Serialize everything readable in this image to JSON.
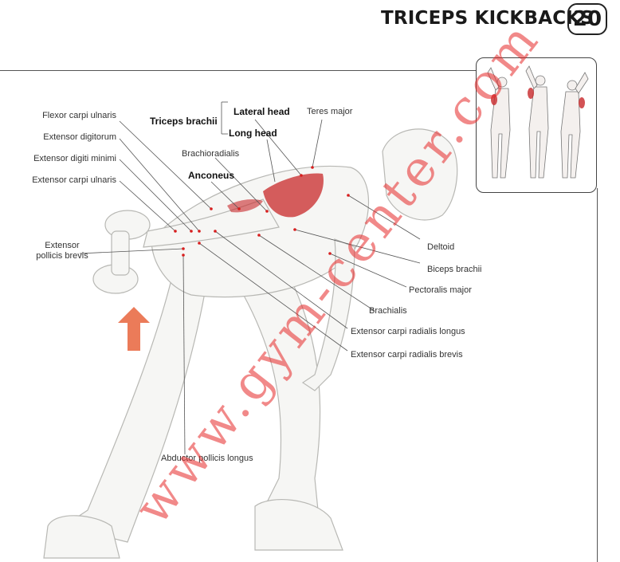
{
  "header": {
    "title": "TRICEPS KICKBACKS",
    "page_number": "20"
  },
  "labels": {
    "flexor_carpi_ulnaris": "Flexor carpi ulnaris",
    "extensor_digitorum": "Extensor digitorum",
    "extensor_digiti_minimi": "Extensor digiti minimi",
    "extensor_carpi_ulnaris": "Extensor carpi ulnaris",
    "extensor_pollicis_brevis_1": "Extensor",
    "extensor_pollicis_brevis_2": "pollicis brevis",
    "triceps_brachii": "Triceps brachii",
    "lateral_head": "Lateral head",
    "long_head": "Long head",
    "teres_major": "Teres major",
    "brachioradialis": "Brachioradialis",
    "anconeus": "Anconeus",
    "deltoid": "Deltoid",
    "biceps_brachii": "Biceps brachii",
    "pectoralis_major": "Pectoralis major",
    "brachialis": "Brachialis",
    "extensor_carpi_radialis_longus": "Extensor carpi radialis longus",
    "extensor_carpi_radialis_brevis": "Extensor carpi radialis brevis",
    "abductor_pollicis_longus": "Abductor pollicis longus"
  },
  "watermark": "www.gym-center.com",
  "colors": {
    "muscle_highlight": "#c8282a",
    "arrow": "#e8643c",
    "leader_line": "#555555",
    "marker_dot": "#d81e1e"
  }
}
